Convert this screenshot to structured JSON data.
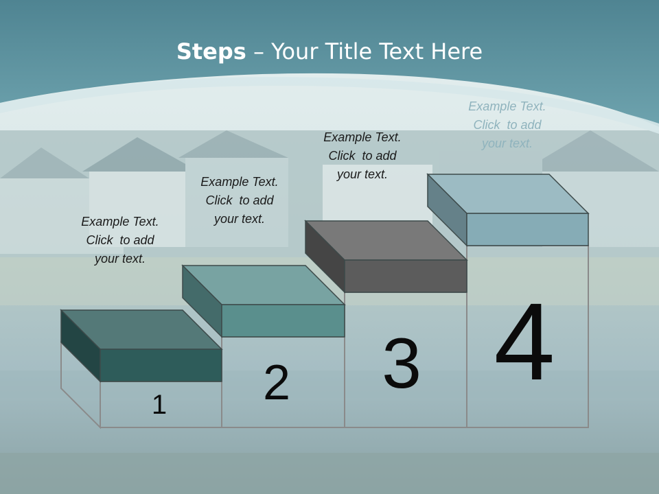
{
  "title": {
    "bold": "Steps",
    "rest": " – Your Title Text Here"
  },
  "steps": [
    {
      "number": "1",
      "text": [
        "Example Text.",
        "Click  to add",
        "your text."
      ],
      "color": "#2e5c5a"
    },
    {
      "number": "2",
      "text": [
        "Example Text.",
        "Click  to add",
        "your text."
      ],
      "color": "#5a8f8d"
    },
    {
      "number": "3",
      "text": [
        "Example Text.",
        "Click  to add",
        "your text."
      ],
      "color": "#5c5c5c"
    },
    {
      "number": "4",
      "text": [
        "Example Text.",
        "Click  to add",
        "your text."
      ],
      "color": "#86acb6"
    }
  ],
  "colors": {
    "header": "#5e929e",
    "outline": "#8a8a8a"
  }
}
